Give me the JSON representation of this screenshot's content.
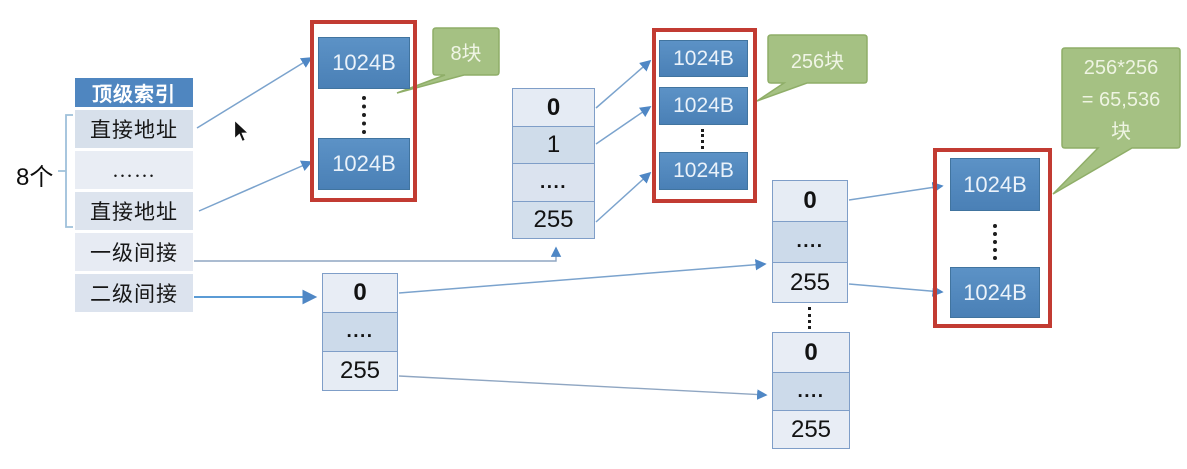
{
  "title": "inode multi-level index diagram",
  "colors": {
    "header_blue": "#4f86c0",
    "block_blue": "#4e86bd",
    "red_border": "#c23b32",
    "green_fill": "#a5c183",
    "green_border": "#8fae68",
    "arrow_blue": "#7ba3cd",
    "cell_light": "#e6ecf4",
    "cell_dark": "#cfdcea"
  },
  "index_table": {
    "header": "顶级索引",
    "rows": [
      "直接地址",
      "……",
      "直接地址",
      "一级间接",
      "二级间接"
    ]
  },
  "brace": {
    "label": "8个"
  },
  "direct_blocks": {
    "blocks": [
      "1024B",
      "1024B"
    ],
    "callout": "8块"
  },
  "single_indirect": {
    "table": [
      "0",
      "1",
      "....",
      "255"
    ],
    "blocks": [
      "1024B",
      "1024B",
      "1024B"
    ],
    "callout": "256块"
  },
  "double_indirect": {
    "l1_table": [
      "0",
      "....",
      "255"
    ],
    "l2_table_top": [
      "0",
      "....",
      "255"
    ],
    "l2_table_bottom": [
      "0",
      "....",
      "255"
    ],
    "blocks": [
      "1024B",
      "1024B"
    ],
    "callout_lines": [
      "256*256",
      "= 65,536",
      "块"
    ]
  }
}
